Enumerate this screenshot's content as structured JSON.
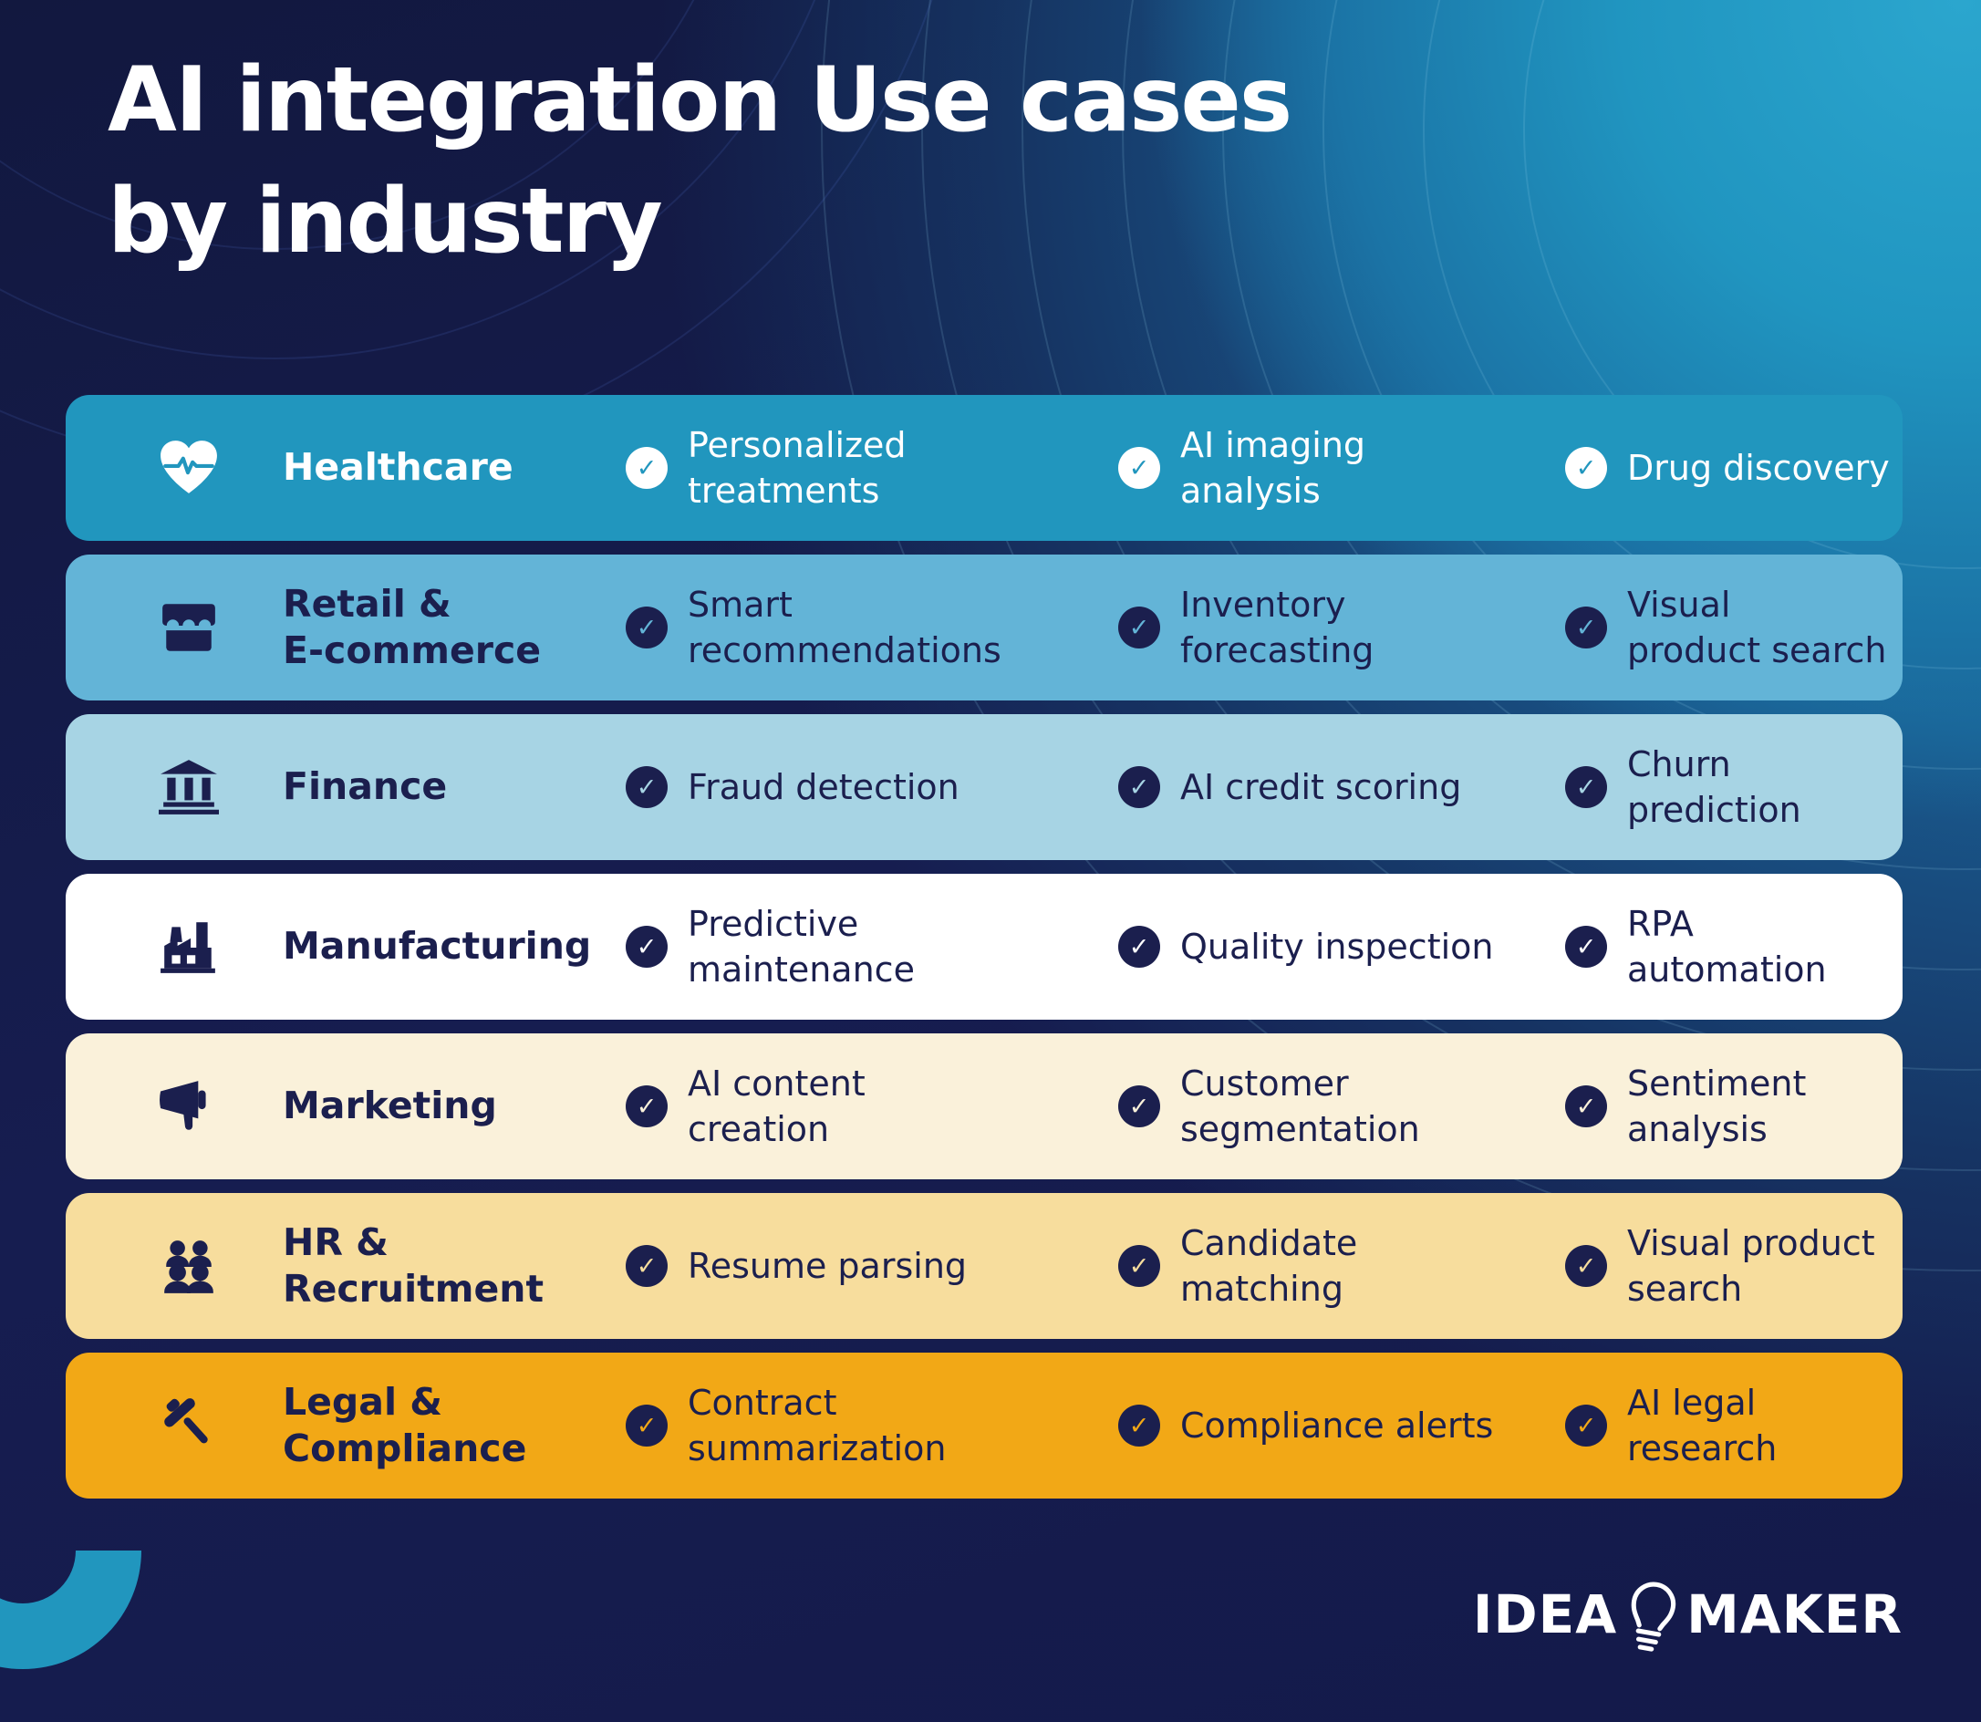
{
  "title": {
    "text": "AI integration Use cases\nby industry"
  },
  "rows": [
    {
      "industry": "Healthcare",
      "icon": "heart-pulse-icon",
      "bg_color": "#2196be",
      "text_color": "#ffffff",
      "use_cases": [
        "Personalized\ntreatments",
        "AI imaging\nanalysis",
        "Drug discovery"
      ]
    },
    {
      "industry": "Retail &\nE-commerce",
      "icon": "storefront-icon",
      "bg_color": "#63b4d7",
      "text_color": "#1b1f4e",
      "use_cases": [
        "Smart\nrecommendations",
        "Inventory\nforecasting",
        "Visual\nproduct search"
      ]
    },
    {
      "industry": "Finance",
      "icon": "bank-icon",
      "bg_color": "#a7d4e4",
      "text_color": "#1b1f4e",
      "use_cases": [
        "Fraud detection",
        "AI credit scoring",
        "Churn prediction"
      ]
    },
    {
      "industry": "Manufacturing",
      "icon": "factory-icon",
      "bg_color": "#ffffff",
      "text_color": "#1b1f4e",
      "use_cases": [
        "Predictive\nmaintenance",
        "Quality inspection",
        "RPA automation"
      ]
    },
    {
      "industry": "Marketing",
      "icon": "megaphone-icon",
      "bg_color": "#faf1da",
      "text_color": "#1b1f4e",
      "use_cases": [
        "AI content\ncreation",
        "Customer\nsegmentation",
        "Sentiment\nanalysis"
      ]
    },
    {
      "industry": "HR &\nRecruitment",
      "icon": "people-icon",
      "bg_color": "#f7dd9d",
      "text_color": "#1b1f4e",
      "use_cases": [
        "Resume parsing",
        "Candidate\nmatching",
        "Visual product\nsearch"
      ]
    },
    {
      "industry": "Legal &\nCompliance",
      "icon": "gavel-icon",
      "bg_color": "#f2a816",
      "text_color": "#1b1f4e",
      "use_cases": [
        "Contract\nsummarization",
        "Compliance alerts",
        "AI legal research"
      ]
    }
  ],
  "icons": {
    "check": "check-circle-icon",
    "logo_bulb": "lightbulb-icon"
  },
  "logo": {
    "word_left": "IDEA",
    "word_right": "MAKER"
  },
  "palette": {
    "background_navy": "#141a4b",
    "highlight_blue": "#2ba6ce",
    "accent_teal": "#2196be",
    "navy_ink": "#1b1f4e"
  }
}
